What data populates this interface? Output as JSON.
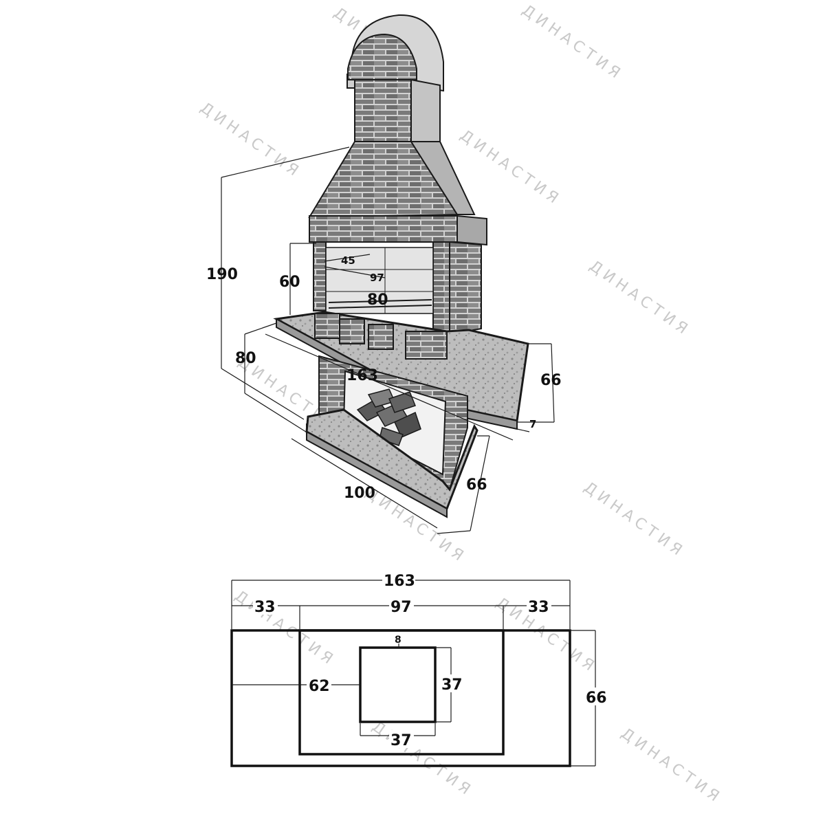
{
  "watermark": "ДИНАСТИЯ",
  "perspective_dims": {
    "total_height": "190",
    "firebox_height": "60",
    "firebox_depth": "45",
    "firebox_width": "97",
    "inner_width": "80",
    "table_height": "80",
    "total_width": "163",
    "table_depth": "66",
    "slab_thickness": "7",
    "base_width": "100",
    "base_depth": "66"
  },
  "plan_dims": {
    "total_width": "163",
    "side_left": "33",
    "center_width": "97",
    "side_right": "33",
    "offset_top": "8",
    "offset_left": "62",
    "inner_height": "37",
    "inner_width": "37",
    "total_depth": "66"
  },
  "colors": {
    "line": "#1a1a1a",
    "watermark": "#c9c9c9",
    "shade": "#8a8a8a"
  }
}
